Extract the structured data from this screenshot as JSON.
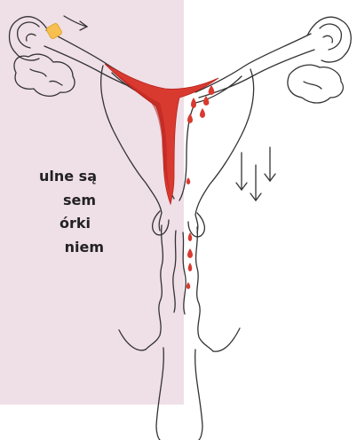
{
  "caption": {
    "lines": [
      "ulne są",
      "sem",
      "órki",
      "niem"
    ]
  },
  "colors": {
    "panel": "#efdfe7",
    "lining": "#d93a30",
    "lining_dark": "#b8231d",
    "egg": "#f6bf4f",
    "outline": "#333333",
    "text": "#222222"
  },
  "icons": {
    "arrow_top": "curved-arrow-icon",
    "arrows_down": "down-arrows-icon",
    "drops": "blood-drop-icon"
  }
}
